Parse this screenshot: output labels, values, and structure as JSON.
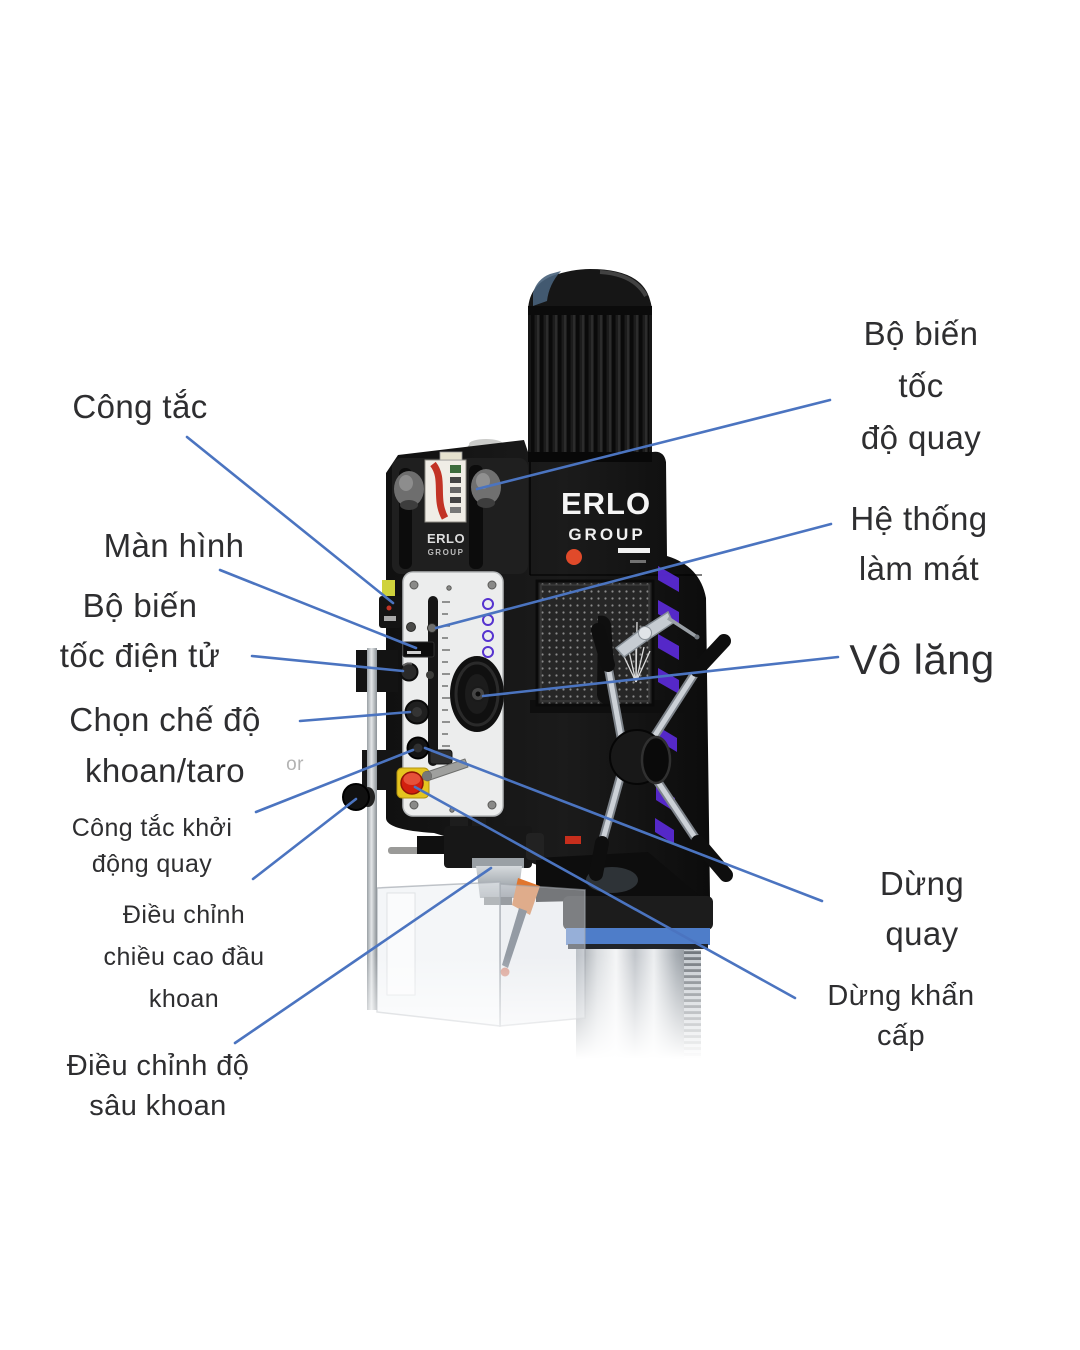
{
  "brand": {
    "name": "ERLO",
    "sub": "GROUP"
  },
  "labels": {
    "cong_tac": "Công tắc",
    "man_hinh": "Màn hình",
    "bo_bien_toc_dien_tu": "Bộ biến\ntốc điện tử",
    "chon_che_do": "Chọn chế độ\nkhoan/taro",
    "or_note": "or",
    "khoi_dong_quay": "Công tắc khởi\nđộng quay",
    "chieu_cao_dau_khoan": "Điều chỉnh\nchiều cao đầu\nkhoan",
    "do_sau_khoan": "Điều chỉnh độ\nsâu khoan",
    "bo_bien_toc_do_quay": "Bộ biến tốc\nđộ quay",
    "he_thong_lam_mat": "Hệ thống\nlàm mát",
    "vo_lang": "Vô lăng",
    "dung_quay": "Dừng quay",
    "dung_khan_cap": "Dừng khẩn cấp"
  },
  "colors": {
    "leader_line": "#4b74c0",
    "accent_purple": "#5b2bd8",
    "emergency_red": "#d21f0e",
    "emergency_yellow": "#e5c41f",
    "collar_blue": "#4e7dc9",
    "logo_red_dot": "#e04a2a"
  }
}
